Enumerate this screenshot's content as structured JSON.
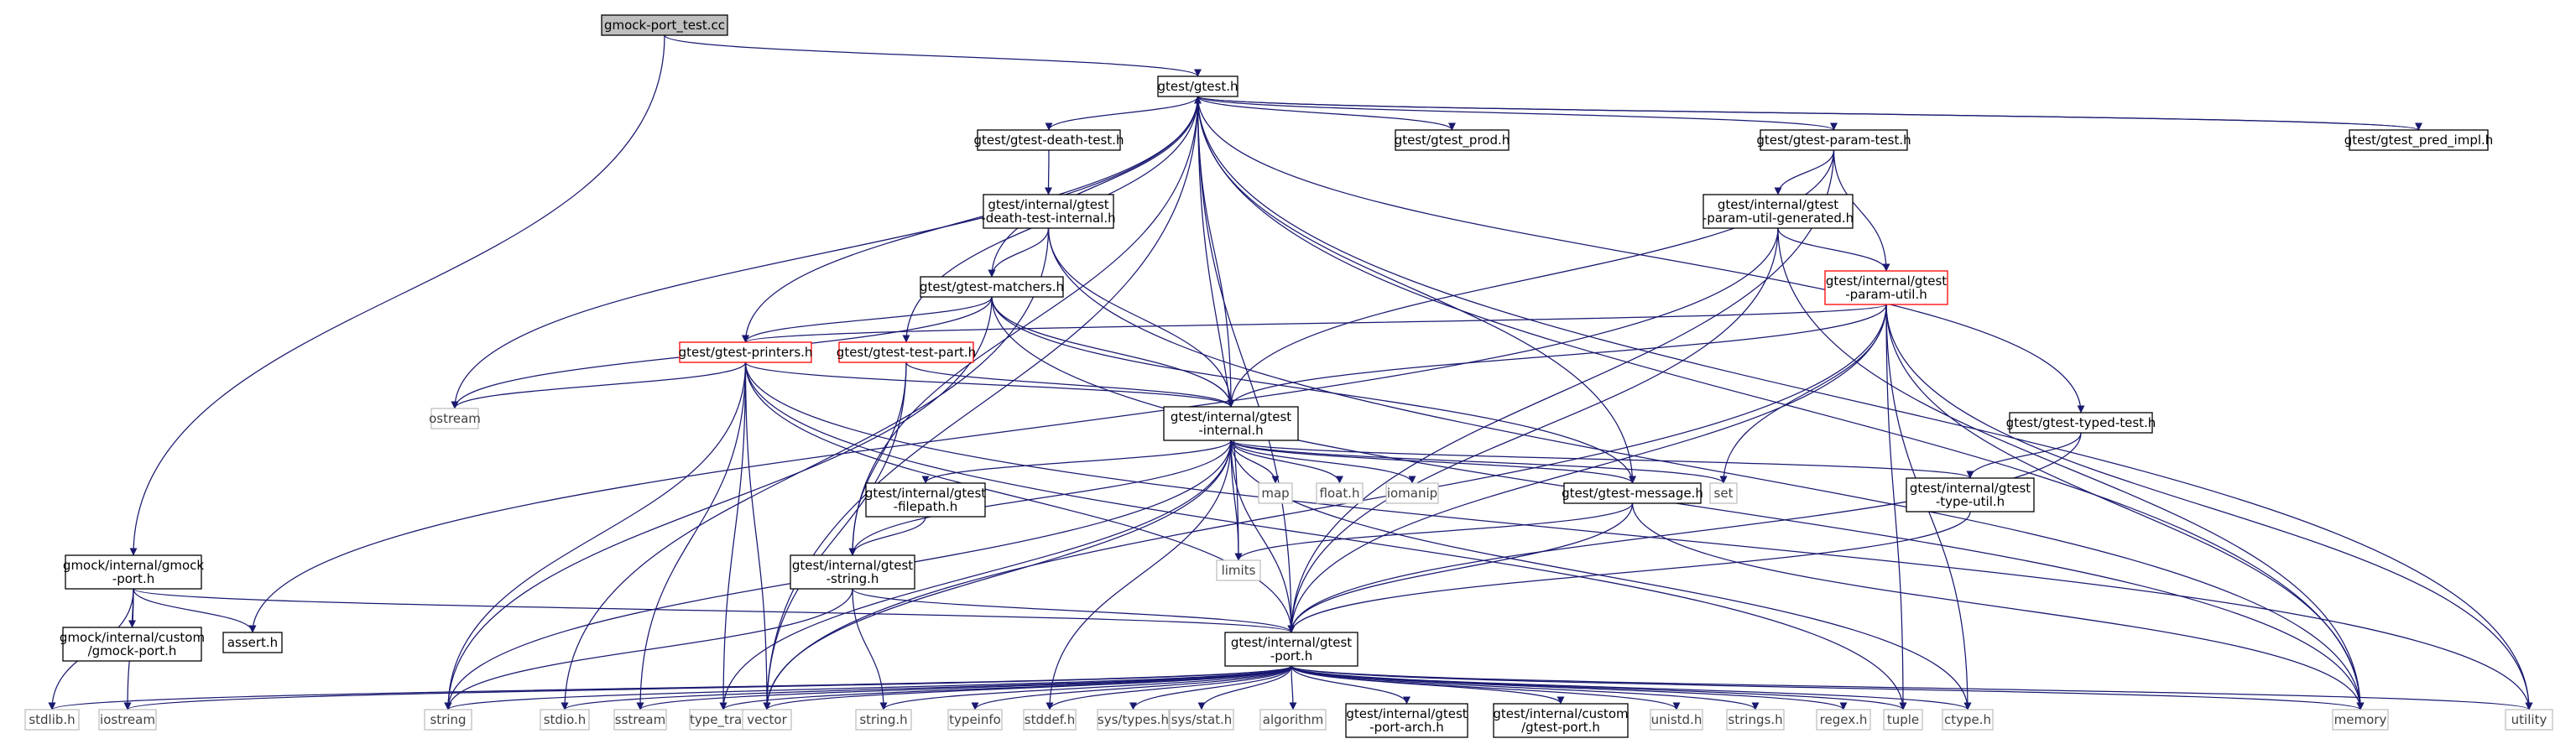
{
  "colors": {
    "edge": "#191970",
    "root_fill": "#bfbfbf",
    "node_border": "#000000",
    "system_border": "#bfbfbf",
    "system_text": "#404040",
    "highlight_border": "#ff0000",
    "text": "#000000"
  },
  "nodes": [
    {
      "id": "root",
      "kind": "root",
      "lines": [
        "gmock-port_test.cc"
      ]
    },
    {
      "id": "gtest_h",
      "kind": "normal",
      "lines": [
        "gtest/gtest.h"
      ]
    },
    {
      "id": "death_test",
      "kind": "normal",
      "lines": [
        "gtest/gtest-death-test.h"
      ]
    },
    {
      "id": "prod",
      "kind": "normal",
      "lines": [
        "gtest/gtest_prod.h"
      ]
    },
    {
      "id": "param_test",
      "kind": "normal",
      "lines": [
        "gtest/gtest-param-test.h"
      ]
    },
    {
      "id": "pred_impl",
      "kind": "normal",
      "lines": [
        "gtest/gtest_pred_impl.h"
      ]
    },
    {
      "id": "death_internal",
      "kind": "normal",
      "lines": [
        "gtest/internal/gtest",
        "-death-test-internal.h"
      ]
    },
    {
      "id": "param_gen",
      "kind": "normal",
      "lines": [
        "gtest/internal/gtest",
        "-param-util-generated.h"
      ]
    },
    {
      "id": "param_util",
      "kind": "highlight",
      "lines": [
        "gtest/internal/gtest",
        "-param-util.h"
      ]
    },
    {
      "id": "matchers",
      "kind": "normal",
      "lines": [
        "gtest/gtest-matchers.h"
      ]
    },
    {
      "id": "printers",
      "kind": "highlight",
      "lines": [
        "gtest/gtest-printers.h"
      ]
    },
    {
      "id": "test_part",
      "kind": "highlight",
      "lines": [
        "gtest/gtest-test-part.h"
      ]
    },
    {
      "id": "internal",
      "kind": "normal",
      "lines": [
        "gtest/internal/gtest",
        "-internal.h"
      ]
    },
    {
      "id": "typed_test",
      "kind": "normal",
      "lines": [
        "gtest/gtest-typed-test.h"
      ]
    },
    {
      "id": "filepath",
      "kind": "normal",
      "lines": [
        "gtest/internal/gtest",
        "-filepath.h"
      ]
    },
    {
      "id": "message",
      "kind": "normal",
      "lines": [
        "gtest/gtest-message.h"
      ]
    },
    {
      "id": "type_util",
      "kind": "normal",
      "lines": [
        "gtest/internal/gtest",
        "-type-util.h"
      ]
    },
    {
      "id": "gmock_port",
      "kind": "normal",
      "lines": [
        "gmock/internal/gmock",
        "-port.h"
      ]
    },
    {
      "id": "string_h_int",
      "kind": "normal",
      "lines": [
        "gtest/internal/gtest",
        "-string.h"
      ]
    },
    {
      "id": "custom_gmock",
      "kind": "normal",
      "lines": [
        "gmock/internal/custom",
        "/gmock-port.h"
      ]
    },
    {
      "id": "assert",
      "kind": "normal",
      "lines": [
        "assert.h"
      ]
    },
    {
      "id": "port",
      "kind": "normal",
      "lines": [
        "gtest/internal/gtest",
        "-port.h"
      ]
    },
    {
      "id": "port_arch",
      "kind": "normal",
      "lines": [
        "gtest/internal/gtest",
        "-port-arch.h"
      ]
    },
    {
      "id": "custom_port",
      "kind": "normal",
      "lines": [
        "gtest/internal/custom",
        "/gtest-port.h"
      ]
    },
    {
      "id": "ostream",
      "kind": "system",
      "lines": [
        "ostream"
      ]
    },
    {
      "id": "map",
      "kind": "system",
      "lines": [
        "map"
      ]
    },
    {
      "id": "float",
      "kind": "system",
      "lines": [
        "float.h"
      ]
    },
    {
      "id": "iomanip",
      "kind": "system",
      "lines": [
        "iomanip"
      ]
    },
    {
      "id": "set",
      "kind": "system",
      "lines": [
        "set"
      ]
    },
    {
      "id": "limits",
      "kind": "system",
      "lines": [
        "limits"
      ]
    },
    {
      "id": "stdlib",
      "kind": "system",
      "lines": [
        "stdlib.h"
      ]
    },
    {
      "id": "iostream",
      "kind": "system",
      "lines": [
        "iostream"
      ]
    },
    {
      "id": "string",
      "kind": "system",
      "lines": [
        "string"
      ]
    },
    {
      "id": "stdio",
      "kind": "system",
      "lines": [
        "stdio.h"
      ]
    },
    {
      "id": "sstream",
      "kind": "system",
      "lines": [
        "sstream"
      ]
    },
    {
      "id": "type_traits",
      "kind": "system",
      "lines": [
        "type_traits"
      ]
    },
    {
      "id": "vector",
      "kind": "system",
      "lines": [
        "vector"
      ]
    },
    {
      "id": "string_h",
      "kind": "system",
      "lines": [
        "string.h"
      ]
    },
    {
      "id": "typeinfo",
      "kind": "system",
      "lines": [
        "typeinfo"
      ]
    },
    {
      "id": "stddef",
      "kind": "system",
      "lines": [
        "stddef.h"
      ]
    },
    {
      "id": "sys_types",
      "kind": "system",
      "lines": [
        "sys/types.h"
      ]
    },
    {
      "id": "sys_stat",
      "kind": "system",
      "lines": [
        "sys/stat.h"
      ]
    },
    {
      "id": "algorithm",
      "kind": "system",
      "lines": [
        "algorithm"
      ]
    },
    {
      "id": "unistd",
      "kind": "system",
      "lines": [
        "unistd.h"
      ]
    },
    {
      "id": "strings",
      "kind": "system",
      "lines": [
        "strings.h"
      ]
    },
    {
      "id": "regex",
      "kind": "system",
      "lines": [
        "regex.h"
      ]
    },
    {
      "id": "tuple",
      "kind": "system",
      "lines": [
        "tuple"
      ]
    },
    {
      "id": "ctype",
      "kind": "system",
      "lines": [
        "ctype.h"
      ]
    },
    {
      "id": "memory",
      "kind": "system",
      "lines": [
        "memory"
      ]
    },
    {
      "id": "utility",
      "kind": "system",
      "lines": [
        "utility"
      ]
    }
  ],
  "edges": [
    [
      "root",
      "gtest_h"
    ],
    [
      "root",
      "gmock_port"
    ],
    [
      "gtest_h",
      "death_test"
    ],
    [
      "gtest_h",
      "prod"
    ],
    [
      "gtest_h",
      "param_test"
    ],
    [
      "gtest_h",
      "pred_impl"
    ],
    [
      "gtest_h",
      "matchers"
    ],
    [
      "gtest_h",
      "printers"
    ],
    [
      "gtest_h",
      "test_part"
    ],
    [
      "gtest_h",
      "internal"
    ],
    [
      "gtest_h",
      "typed_test"
    ],
    [
      "gtest_h",
      "message"
    ],
    [
      "gtest_h",
      "string_h_int"
    ],
    [
      "gtest_h",
      "port"
    ],
    [
      "gtest_h",
      "ostream"
    ],
    [
      "gtest_h",
      "limits"
    ],
    [
      "gtest_h",
      "vector"
    ],
    [
      "gtest_h",
      "memory"
    ],
    [
      "gtest_h",
      "utility"
    ],
    [
      "pred_impl",
      "gtest_h"
    ],
    [
      "death_test",
      "death_internal"
    ],
    [
      "death_internal",
      "matchers"
    ],
    [
      "death_internal",
      "internal"
    ],
    [
      "death_internal",
      "stdio"
    ],
    [
      "death_internal",
      "memory"
    ],
    [
      "param_test",
      "param_gen"
    ],
    [
      "param_test",
      "param_util"
    ],
    [
      "param_test",
      "internal"
    ],
    [
      "param_test",
      "port"
    ],
    [
      "param_gen",
      "param_util"
    ],
    [
      "param_gen",
      "port"
    ],
    [
      "param_gen",
      "assert"
    ],
    [
      "param_gen",
      "memory"
    ],
    [
      "param_util",
      "printers"
    ],
    [
      "param_util",
      "internal"
    ],
    [
      "param_util",
      "port"
    ],
    [
      "param_util",
      "set"
    ],
    [
      "param_util",
      "vector"
    ],
    [
      "param_util",
      "tuple"
    ],
    [
      "param_util",
      "ctype"
    ],
    [
      "param_util",
      "memory"
    ],
    [
      "param_util",
      "utility"
    ],
    [
      "matchers",
      "printers"
    ],
    [
      "matchers",
      "internal"
    ],
    [
      "matchers",
      "message"
    ],
    [
      "matchers",
      "ostream"
    ],
    [
      "matchers",
      "string"
    ],
    [
      "matchers",
      "memory"
    ],
    [
      "printers",
      "internal"
    ],
    [
      "printers",
      "port"
    ],
    [
      "printers",
      "ostream"
    ],
    [
      "printers",
      "string"
    ],
    [
      "printers",
      "sstream"
    ],
    [
      "printers",
      "type_traits"
    ],
    [
      "printers",
      "vector"
    ],
    [
      "printers",
      "tuple"
    ],
    [
      "printers",
      "utility"
    ],
    [
      "test_part",
      "internal"
    ],
    [
      "test_part",
      "string_h_int"
    ],
    [
      "test_part",
      "vector"
    ],
    [
      "internal",
      "filepath"
    ],
    [
      "internal",
      "message"
    ],
    [
      "internal",
      "string_h_int"
    ],
    [
      "internal",
      "type_util"
    ],
    [
      "internal",
      "port"
    ],
    [
      "internal",
      "map"
    ],
    [
      "internal",
      "float"
    ],
    [
      "internal",
      "iomanip"
    ],
    [
      "internal",
      "set"
    ],
    [
      "internal",
      "limits"
    ],
    [
      "internal",
      "string"
    ],
    [
      "internal",
      "type_traits"
    ],
    [
      "internal",
      "vector"
    ],
    [
      "internal",
      "stddef"
    ],
    [
      "internal",
      "ctype"
    ],
    [
      "typed_test",
      "type_util"
    ],
    [
      "typed_test",
      "port"
    ],
    [
      "filepath",
      "string_h_int"
    ],
    [
      "message",
      "port"
    ],
    [
      "message",
      "limits"
    ],
    [
      "message",
      "memory"
    ],
    [
      "type_util",
      "port"
    ],
    [
      "string_h_int",
      "port"
    ],
    [
      "string_h_int",
      "string"
    ],
    [
      "string_h_int",
      "string_h"
    ],
    [
      "gmock_port",
      "custom_gmock"
    ],
    [
      "gmock_port",
      "assert"
    ],
    [
      "gmock_port",
      "port"
    ],
    [
      "gmock_port",
      "stdlib"
    ],
    [
      "gmock_port",
      "iostream"
    ],
    [
      "port",
      "stdlib"
    ],
    [
      "port",
      "iostream"
    ],
    [
      "port",
      "string"
    ],
    [
      "port",
      "stdio"
    ],
    [
      "port",
      "sstream"
    ],
    [
      "port",
      "type_traits"
    ],
    [
      "port",
      "vector"
    ],
    [
      "port",
      "string_h"
    ],
    [
      "port",
      "typeinfo"
    ],
    [
      "port",
      "stddef"
    ],
    [
      "port",
      "sys_types"
    ],
    [
      "port",
      "sys_stat"
    ],
    [
      "port",
      "algorithm"
    ],
    [
      "port",
      "port_arch"
    ],
    [
      "port",
      "custom_port"
    ],
    [
      "port",
      "unistd"
    ],
    [
      "port",
      "strings"
    ],
    [
      "port",
      "regex"
    ],
    [
      "port",
      "tuple"
    ],
    [
      "port",
      "ctype"
    ],
    [
      "port",
      "memory"
    ],
    [
      "port",
      "utility"
    ]
  ]
}
